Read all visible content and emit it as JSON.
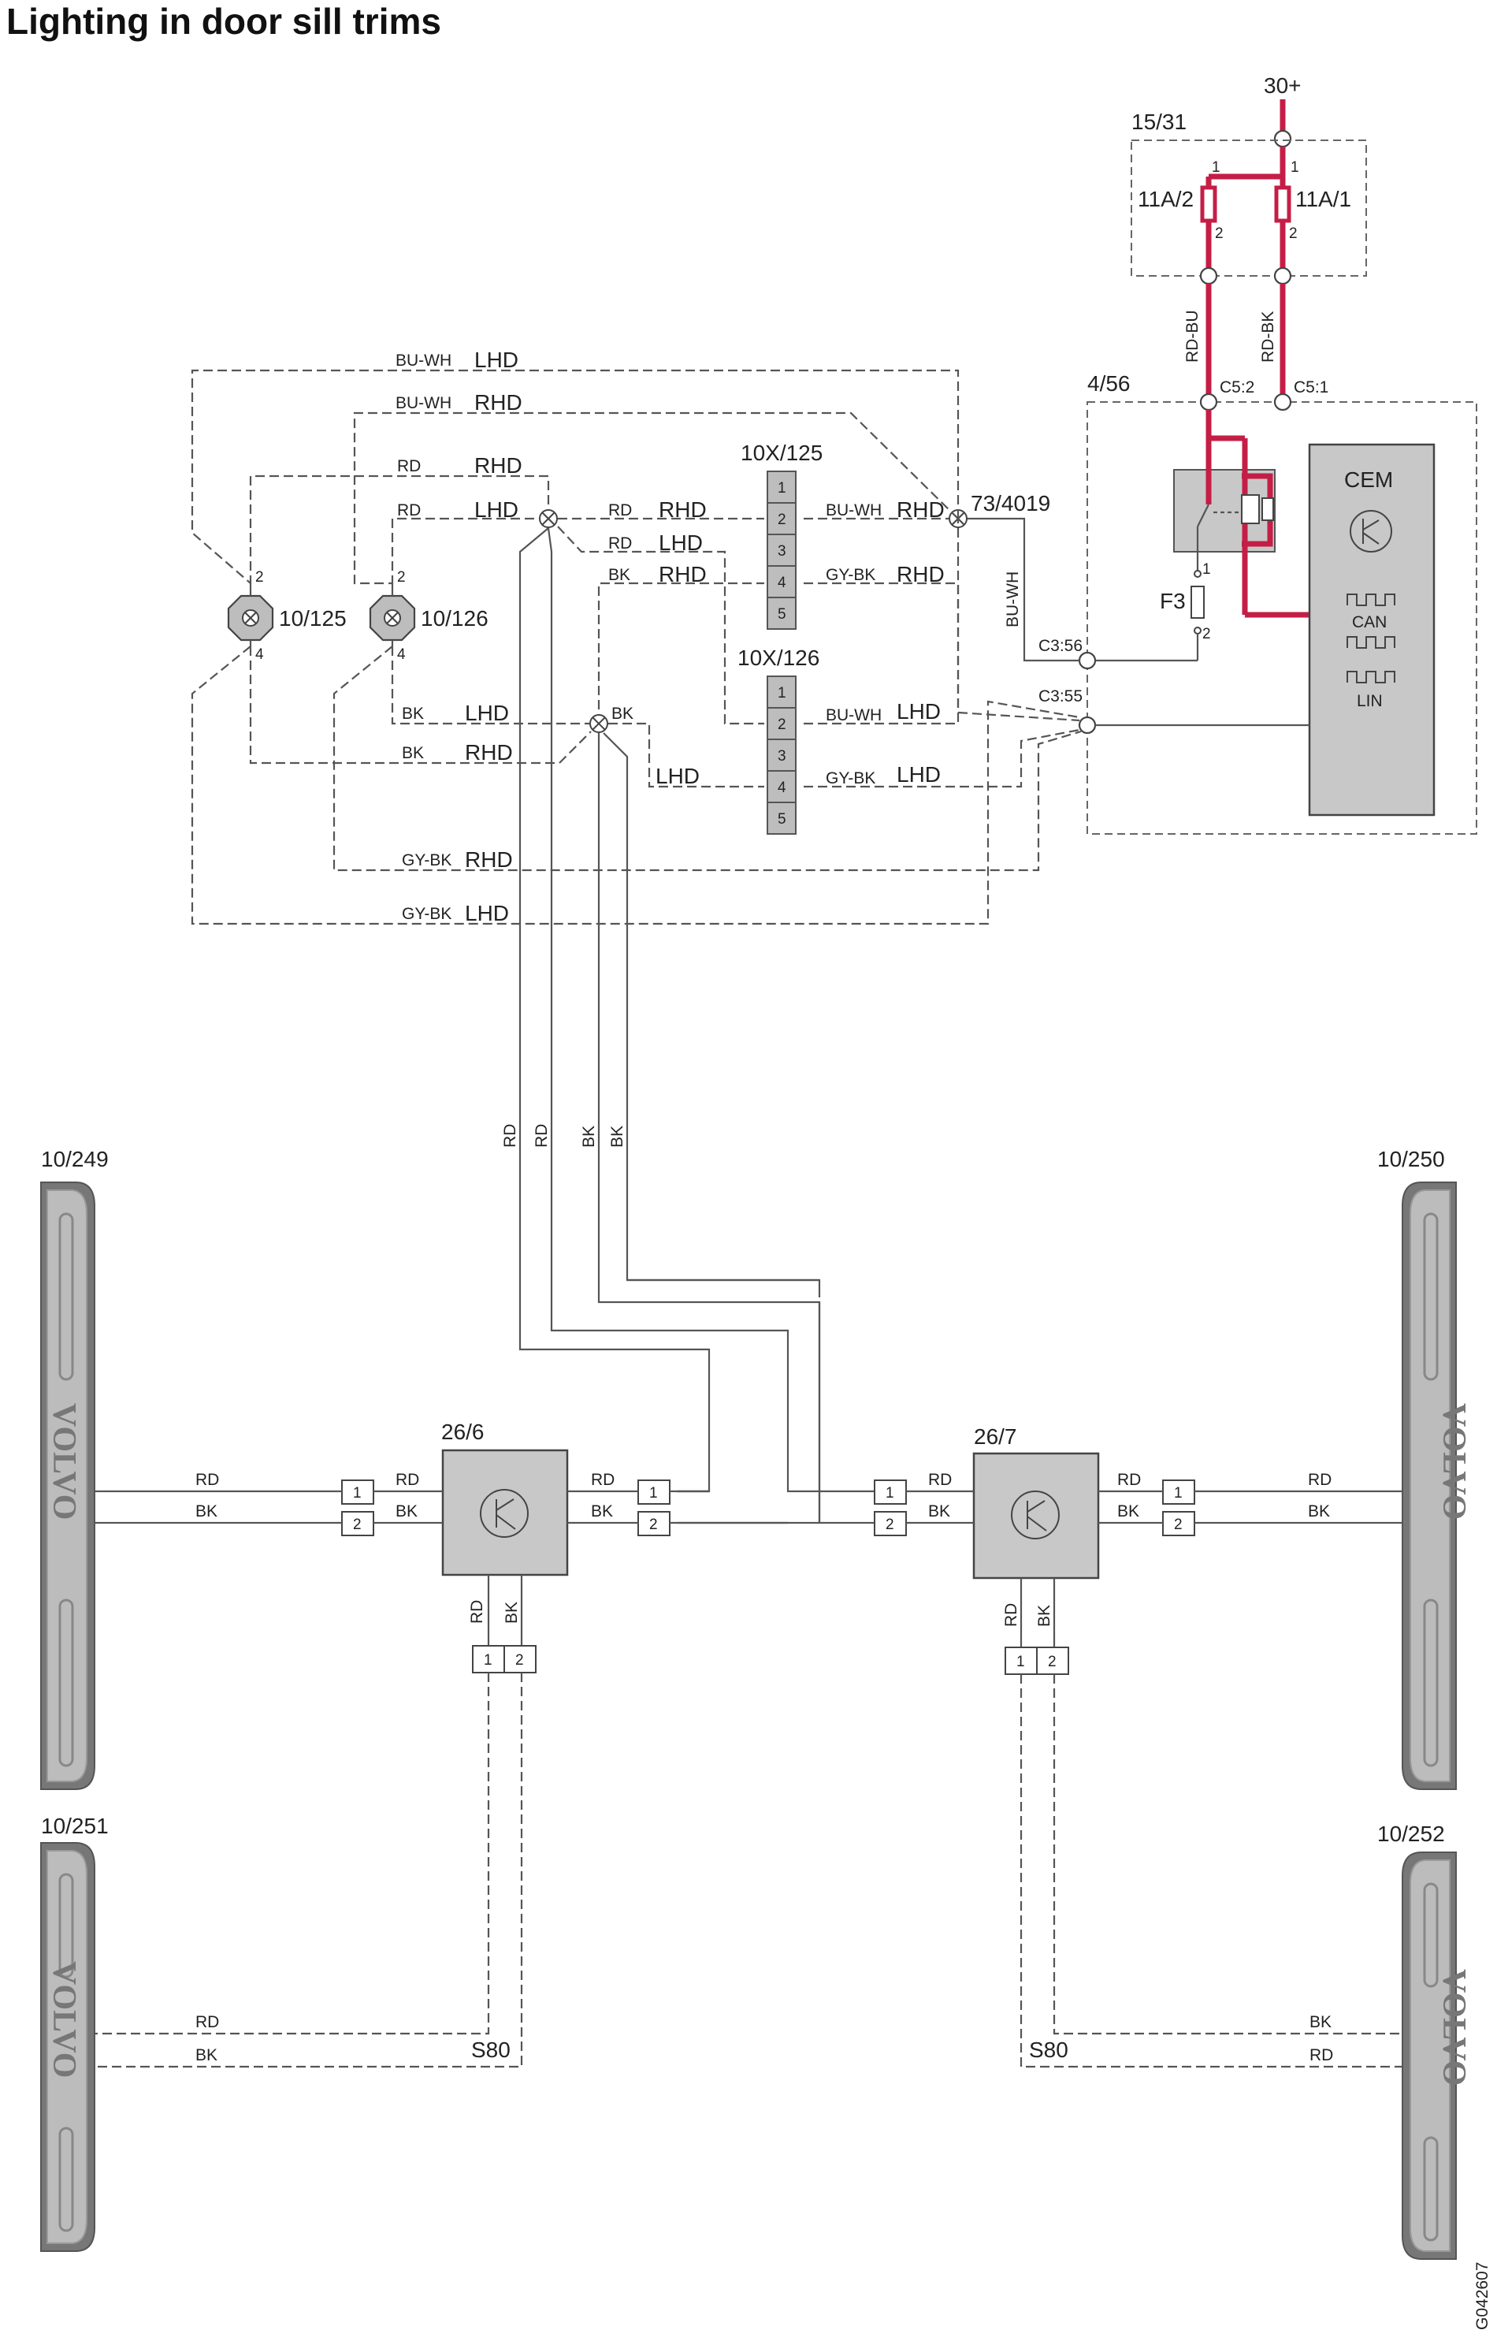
{
  "title": "Lighting in door sill trims",
  "power": "30+",
  "fuse_box": {
    "name": "15/31",
    "fuse_left": "11A/2",
    "fuse_right": "11A/1",
    "pin1": "1",
    "pin2": "2"
  },
  "wires": {
    "rd_bu": "RD-BU",
    "rd_bk": "RD-BK",
    "bu_wh": "BU-WH",
    "gy_bk": "GY-BK",
    "rd": "RD",
    "bk": "BK"
  },
  "variants": {
    "lhd": "LHD",
    "rhd": "RHD",
    "s80": "S80"
  },
  "cem": {
    "box": "4/56",
    "label": "CEM",
    "c5_2": "C5:2",
    "c5_1": "C5:1",
    "c3_56": "C3:56",
    "c3_55": "C3:55",
    "fuse": "F3",
    "can": "CAN",
    "lin": "LIN"
  },
  "splice": "73/4019",
  "connector_a": {
    "name": "10X/125",
    "pins": [
      "1",
      "2",
      "3",
      "4",
      "5"
    ]
  },
  "connector_b": {
    "name": "10X/126",
    "pins": [
      "1",
      "2",
      "3",
      "4",
      "5"
    ]
  },
  "lamps": {
    "a": "10/125",
    "b": "10/126",
    "pin_top": "2",
    "pin_bottom": "4"
  },
  "modules": {
    "left": "26/6",
    "right": "26/7"
  },
  "sills": {
    "top_left": "10/249",
    "top_right": "10/250",
    "bottom_left": "10/251",
    "bottom_right": "10/252",
    "logo": "VOLVO"
  },
  "pins": {
    "p1": "1",
    "p2": "2"
  },
  "code": "G042607",
  "colors": {
    "feed": "#c41e46",
    "module": "#c8c8c8",
    "sill": "#777777"
  }
}
